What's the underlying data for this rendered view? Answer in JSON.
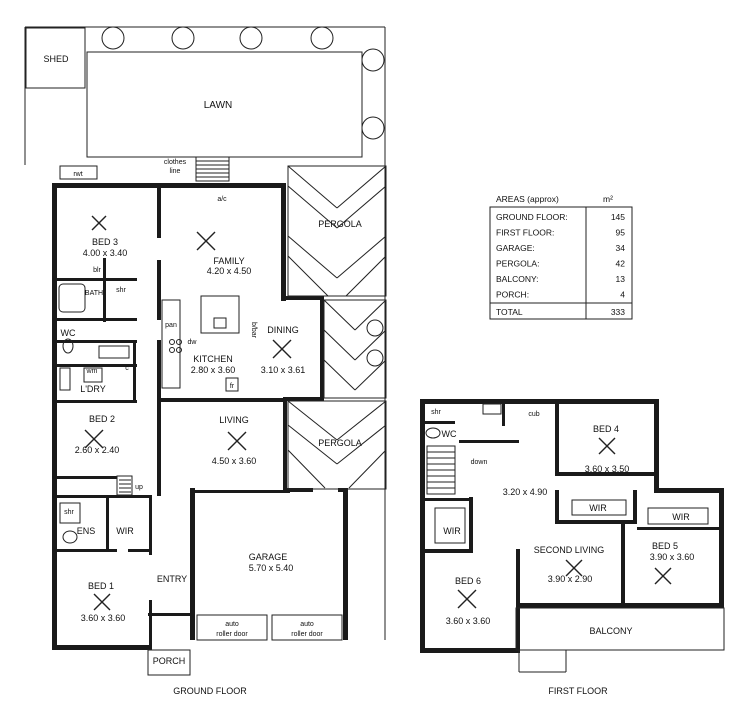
{
  "site": {
    "shed": "SHED",
    "lawn": "LAWN",
    "rwt": "rwt",
    "clothes_line_1": "clothes",
    "clothes_line_2": "line"
  },
  "ground_floor": {
    "title": "GROUND FLOOR",
    "rooms": {
      "bed3": {
        "name": "BED 3",
        "dims": "4.00 x 3.40"
      },
      "family": {
        "name": "FAMILY",
        "dims": "4.20 x 4.50"
      },
      "kitchen": {
        "name": "KITCHEN",
        "dims": "2.80 x 3.60"
      },
      "dining": {
        "name": "DINING",
        "dims": "3.10 x 3.61"
      },
      "bed2": {
        "name": "BED 2",
        "dims": "2.60 x 2.40"
      },
      "living": {
        "name": "LIVING",
        "dims": "4.50 x 3.60"
      },
      "garage": {
        "name": "GARAGE",
        "dims": "5.70 x 5.40"
      },
      "bed1": {
        "name": "BED 1",
        "dims": "3.60 x 3.60"
      },
      "bath": "BATH",
      "shr_bath": "shr",
      "blr": "blr",
      "wc": "WC",
      "ldry": "L'DRY",
      "wm": "wm",
      "c": "c",
      "ens": "ENS",
      "shr_ens": "shr",
      "wir": "WIR",
      "entry": "ENTRY",
      "porch": "PORCH",
      "up": "up",
      "pergola_top": "PERGOLA",
      "pergola_mid": "PERGOLA",
      "ac": "a/c",
      "pan": "pan",
      "dw": "dw",
      "bbar": "b/bar",
      "fr": "fr",
      "roller_door_1a": "auto",
      "roller_door_1b": "roller door",
      "roller_door_2a": "auto",
      "roller_door_2b": "roller door"
    }
  },
  "first_floor": {
    "title": "FIRST FLOOR",
    "rooms": {
      "shr": "shr",
      "wc": "WC",
      "cub": "cub",
      "down": "down",
      "stair_dims": "3.20 x 4.90",
      "bed4": {
        "name": "BED 4",
        "dims": "3.60 x 3.50"
      },
      "wir1": "WIR",
      "wir2": "WIR",
      "wir3": "WIR",
      "second_living": {
        "name": "SECOND LIVING",
        "dims": "3.90 x 2.90"
      },
      "bed5": {
        "name": "BED 5",
        "dims": "3.90 x 3.60"
      },
      "bed6": {
        "name": "BED 6",
        "dims": "3.60 x 3.60"
      },
      "balcony": "BALCONY"
    }
  },
  "areas": {
    "title": "AREAS (approx)",
    "unit": "m²",
    "rows": [
      {
        "label": "GROUND FLOOR:",
        "value": "145"
      },
      {
        "label": "FIRST FLOOR:",
        "value": "95"
      },
      {
        "label": "GARAGE:",
        "value": "34"
      },
      {
        "label": "PERGOLA:",
        "value": "42"
      },
      {
        "label": "BALCONY:",
        "value": "13"
      },
      {
        "label": "PORCH:",
        "value": "4"
      }
    ],
    "total_label": "TOTAL",
    "total_value": "333"
  }
}
